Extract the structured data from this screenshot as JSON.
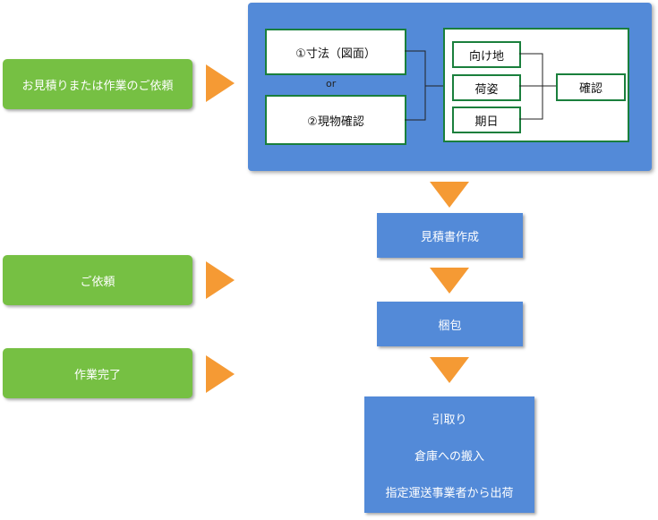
{
  "customer_steps": {
    "estimate_request": "お見積りまたは作業のご依頼",
    "order_request": "ご依頼",
    "work_complete": "作業完了"
  },
  "survey": {
    "dimensions": "①寸法（図面）",
    "or_label": "or",
    "onsite_check": "②現物確認",
    "destination": "向け地",
    "packing_style": "荷姿",
    "date": "期日",
    "confirm": "確認"
  },
  "process": {
    "quotation": "見積書作成",
    "packing": "梱包",
    "final_steps": [
      "引取り",
      "倉庫への搬入",
      "指定運送事業者から出荷"
    ]
  },
  "colors": {
    "green": "#76c043",
    "blue": "#538ad8",
    "orange": "#f59a34",
    "border_green": "#1a7f3c"
  }
}
